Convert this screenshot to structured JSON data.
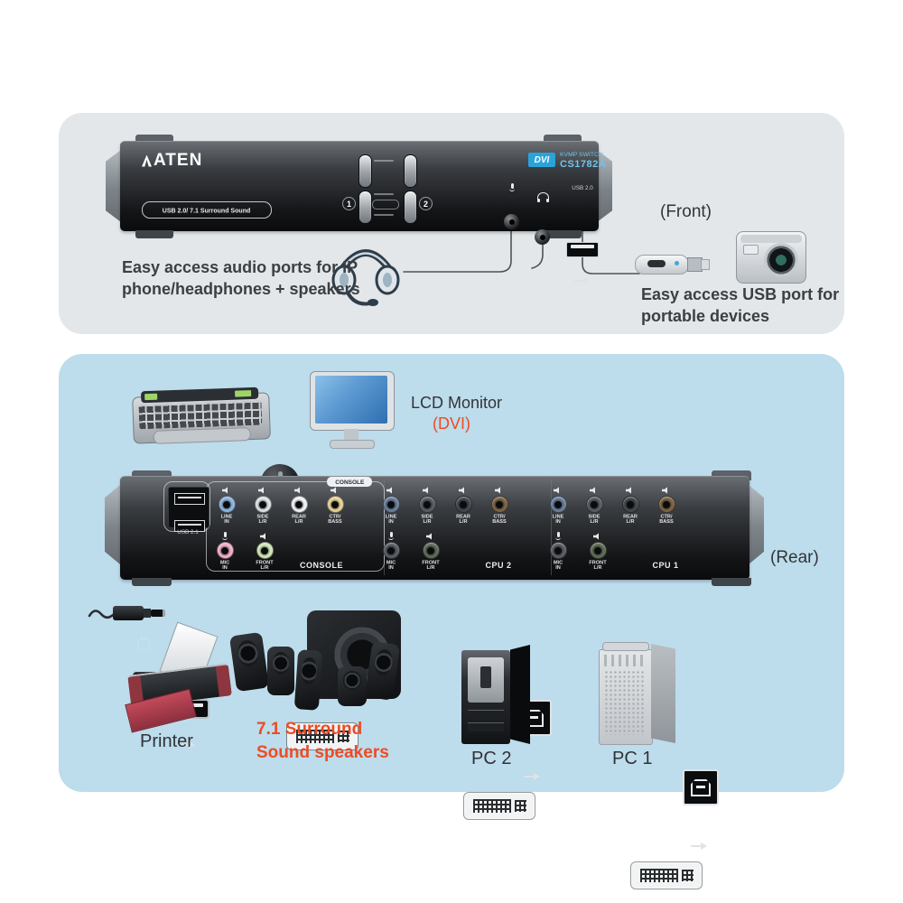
{
  "colors": {
    "panel_gray": "#e3e7e9",
    "panel_blue": "#bddcec",
    "accent_orange": "#ee4b23",
    "dvi_badge_blue": "#2aa3da",
    "product_text_blue": "#6ec4ef",
    "connector_line": "#4b545c"
  },
  "front": {
    "brand": "ATEN",
    "badge": "USB 2.0/ 7.1 Surround Sound",
    "port_numbers": [
      "1",
      "2"
    ],
    "dvi_logo": "DVI",
    "product_name": "KVMP SWITCH",
    "product_model": "CS1782A",
    "usb_label": "USB 2.0",
    "view_label": "(Front)",
    "audio_caption": [
      "Easy access audio ports for IP",
      "phone/headphones + speakers"
    ],
    "usb_caption": [
      "Easy access USB port for",
      "portable devices"
    ]
  },
  "rear": {
    "monitor_label": "LCD Monitor",
    "monitor_type": "(DVI)",
    "view_label": "(Rear)",
    "usb_hub_label": "USB 2.1",
    "console_tag": "CONSOLE",
    "groups": [
      {
        "id": "console",
        "dvi_label": "CONSOLE",
        "top_jacks": [
          {
            "label": "LINE IN",
            "color": "#8fb4dc",
            "icon": "speaker-icon"
          },
          {
            "label": "SIDE L/R",
            "color": "#dde0e3",
            "icon": "speaker-icon"
          },
          {
            "label": "REAR L/R",
            "color": "#eef0f2",
            "icon": "speaker-icon"
          },
          {
            "label": "CTR/ BASS",
            "color": "#e5d096",
            "icon": "speaker-icon"
          }
        ],
        "bottom_jacks": [
          {
            "label": "MIC IN",
            "color": "#eeb0c6",
            "icon": "mic-icon"
          },
          {
            "label": "FRONT L/R",
            "color": "#cfe5b8",
            "icon": "speaker-icon"
          }
        ]
      },
      {
        "id": "cpu2",
        "dvi_label": "CPU 2",
        "top_jacks": [
          {
            "label": "LINE IN",
            "color": "#6b7f99",
            "icon": "speaker-icon"
          },
          {
            "label": "SIDE L/R",
            "color": "#585d63",
            "icon": "speaker-icon"
          },
          {
            "label": "REAR L/R",
            "color": "#44484d",
            "icon": "speaker-icon"
          },
          {
            "label": "CTR/ BASS",
            "color": "#7a6348",
            "icon": "speaker-icon"
          }
        ],
        "bottom_jacks": [
          {
            "label": "MIC IN",
            "color": "#5a5e64",
            "icon": "mic-icon"
          },
          {
            "label": "FRONT L/R",
            "color": "#5f6b58",
            "icon": "speaker-icon"
          }
        ]
      },
      {
        "id": "cpu1",
        "dvi_label": "CPU 1",
        "top_jacks": [
          {
            "label": "LINE IN",
            "color": "#6b7f99",
            "icon": "speaker-icon"
          },
          {
            "label": "SIDE L/R",
            "color": "#585d63",
            "icon": "speaker-icon"
          },
          {
            "label": "REAR L/R",
            "color": "#44484d",
            "icon": "speaker-icon"
          },
          {
            "label": "CTR/ BASS",
            "color": "#7a6348",
            "icon": "speaker-icon"
          }
        ],
        "bottom_jacks": [
          {
            "label": "MIC IN",
            "color": "#5a5e64",
            "icon": "mic-icon"
          },
          {
            "label": "FRONT L/R",
            "color": "#5f6b58",
            "icon": "speaker-icon"
          }
        ]
      }
    ],
    "printer_label": "Printer",
    "speakers_caption": [
      "7.1 Surround",
      "Sound speakers"
    ],
    "pc2_label": "PC 2",
    "pc1_label": "PC 1"
  }
}
